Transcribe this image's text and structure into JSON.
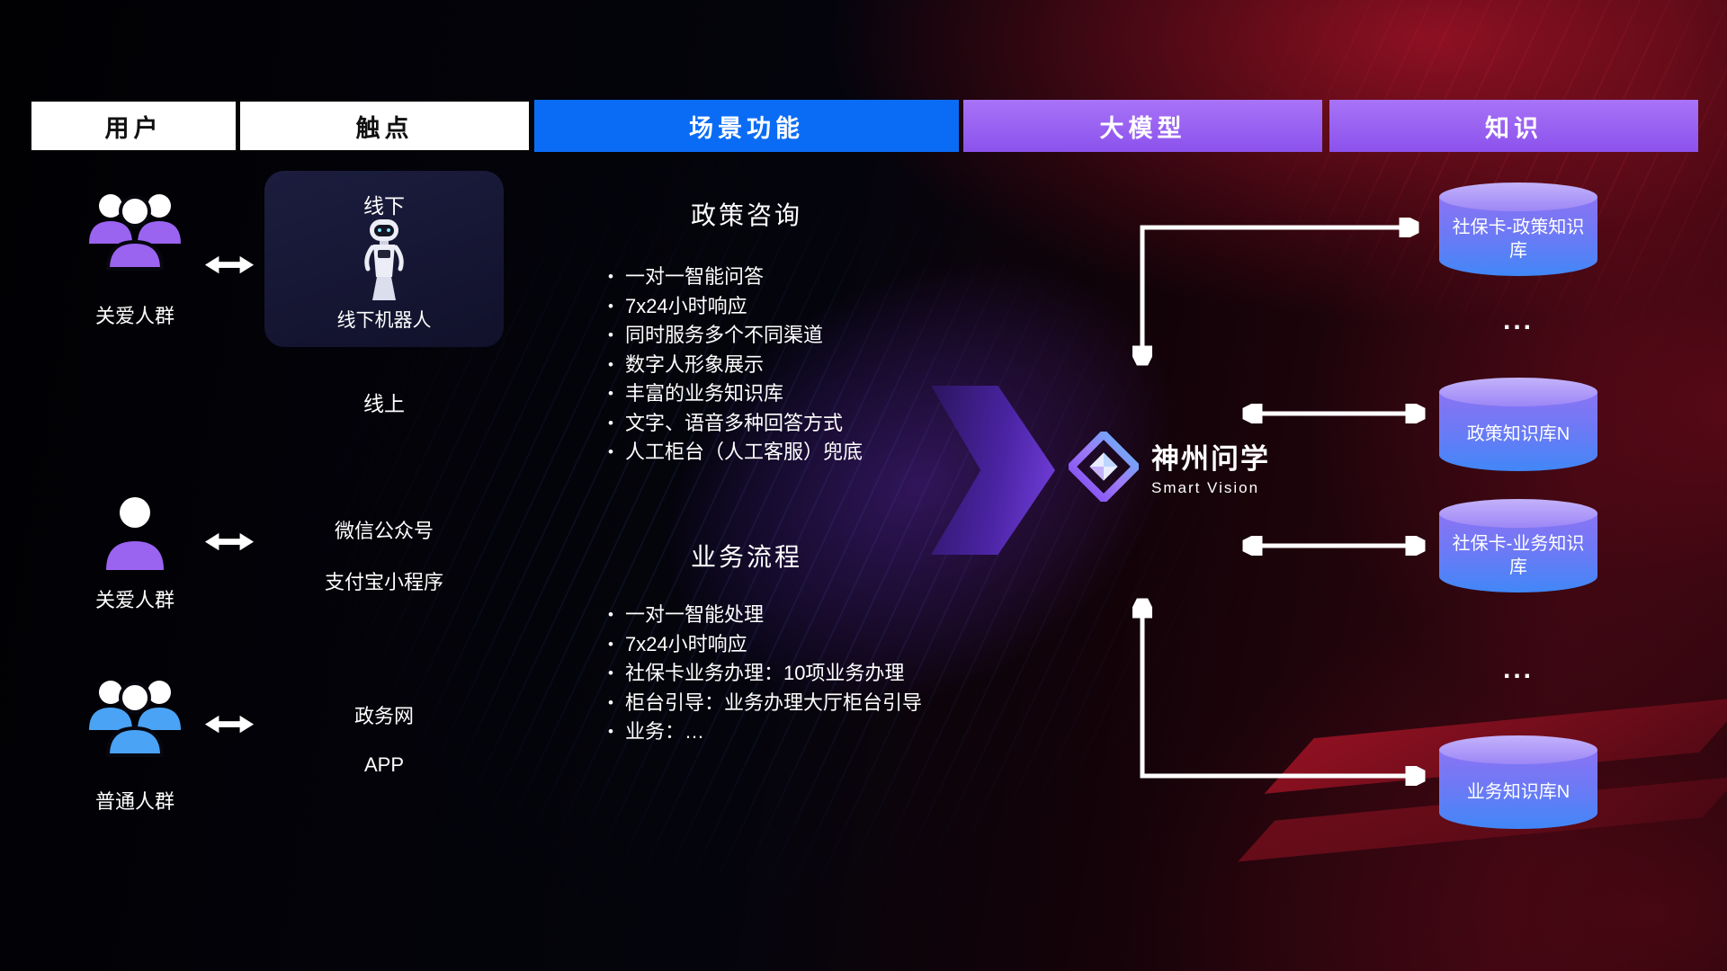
{
  "colors": {
    "header-blue": "#0a6cf5",
    "header-purple": "#8b52ec",
    "accent-purple": "#9a63f0",
    "accent-blue": "#4aa3f5",
    "cyl-top": "#c3b2fb",
    "cyl-mid": "#8a74f4",
    "cyl-bottom": "#4187f7"
  },
  "header": {
    "col_user": "用户",
    "col_touchpoint": "触点",
    "col_scenario": "场景功能",
    "col_model": "大模型",
    "col_knowledge": "知识"
  },
  "users": [
    "关爱人群",
    "关爱人群",
    "普通人群"
  ],
  "touchpoints": {
    "offline": "线下",
    "robot": "线下机器人",
    "online": "线上",
    "wechat": "微信公众号",
    "alipay": "支付宝小程序",
    "gov": "政务网",
    "app": "APP"
  },
  "scenario": {
    "policy_title": "政策咨询",
    "policy_items": [
      "一对一智能问答",
      "7x24小时响应",
      "同时服务多个不同渠道",
      "数字人形象展示",
      "丰富的业务知识库",
      "文字、语音多种回答方式",
      "人工柜台（人工客服）兜底"
    ],
    "process_title": "业务流程",
    "process_items": [
      "一对一智能处理",
      "7x24小时响应",
      "社保卡业务办理：10项业务办理",
      "柜台引导：业务办理大厅柜台引导",
      "业务：…"
    ]
  },
  "model": {
    "name": "神州问学",
    "subtitle": "Smart Vision"
  },
  "knowledge": {
    "db1": "社保卡-政策知识库",
    "dots1": "...",
    "db2": "政策知识库N",
    "db3": "社保卡-业务知识库",
    "dots2": "...",
    "db4": "业务知识库N"
  }
}
